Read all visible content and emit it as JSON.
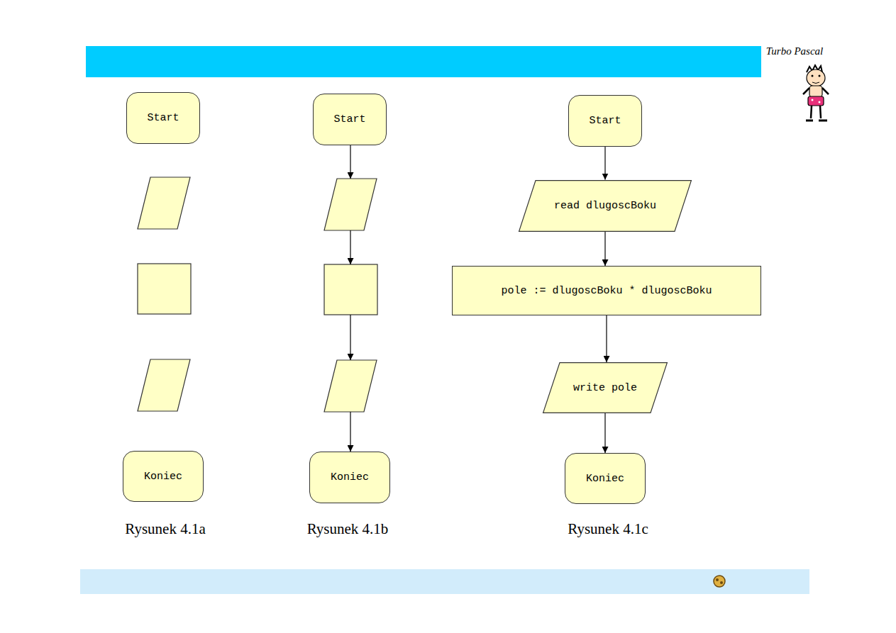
{
  "diagram": {
    "nodes": [
      {
        "text": [
          "Start"
        ]
      },
      {
        "text": [
          "Koniec"
        ]
      },
      {
        "text": [
          "Start"
        ]
      },
      {
        "text": [
          "Koniec"
        ]
      },
      {
        "text": [
          "Start"
        ]
      },
      {
        "text": [
          "read dlugoscBoku"
        ]
      },
      {
        "text": [
          "pole := dlugoscBoku * dlugoscBoku"
        ]
      },
      {
        "text": [
          "write pole"
        ]
      },
      {
        "text": [
          "Koniec"
        ]
      }
    ],
    "edges": [
      {
        "from": 4,
        "to": 5,
        "arrow": "to"
      },
      {
        "from": 5,
        "to": 6,
        "arrow": "to"
      },
      {
        "from": 6,
        "to": 7,
        "arrow": "to"
      },
      {
        "from": 7,
        "to": 8,
        "arrow": "to"
      }
    ],
    "labels": [
      "Rysunek 4.1a",
      "Rysunek 4.1b",
      "Rysunek 4.1c",
      "Turbo Pascal"
    ]
  }
}
